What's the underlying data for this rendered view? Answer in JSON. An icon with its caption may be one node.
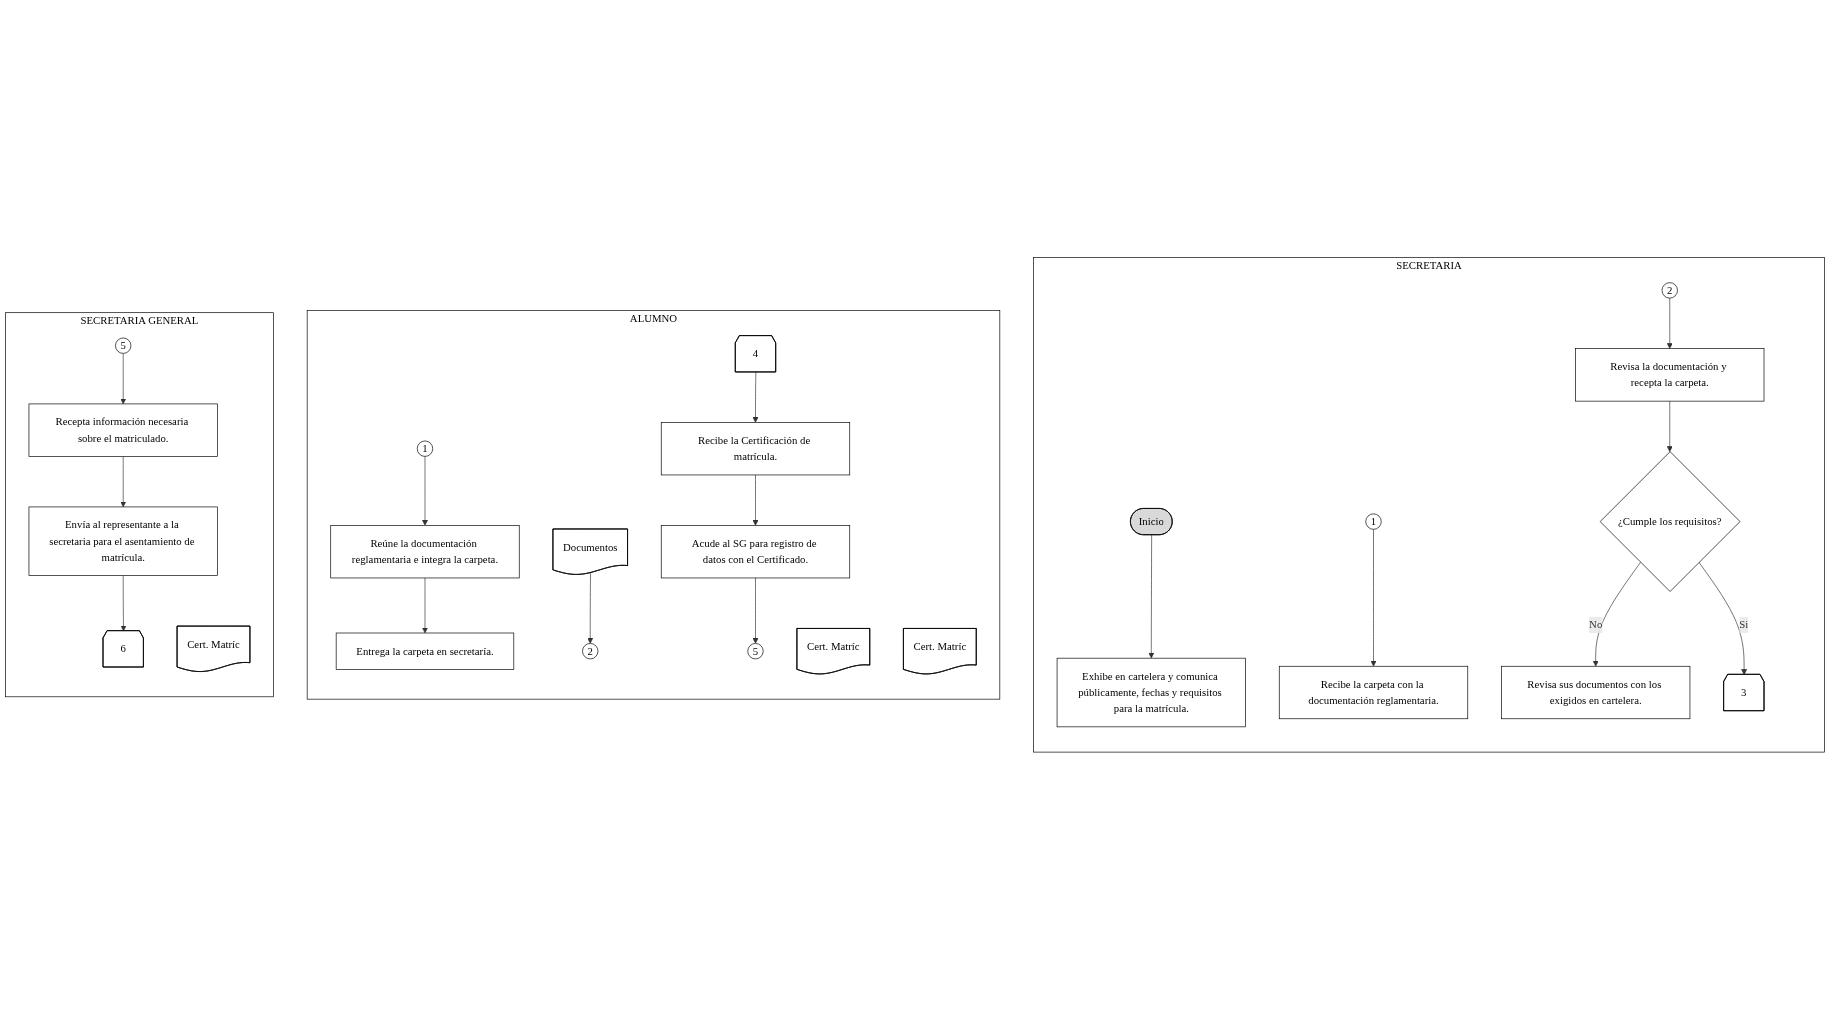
{
  "diagram": {
    "nodes": [
      {
        "text": [
          "SECRETARIA"
        ]
      },
      {
        "text": [
          "Inicio"
        ],
        "in": 0
      },
      {
        "text": [
          "Exhibe en cartelera y comunica públicamente, fechas y requisitos para la matrícula."
        ],
        "in": 0
      },
      {
        "text": [
          "1"
        ],
        "in": 0
      },
      {
        "text": [
          "Recibe la carpeta con la documentación reglamentaria."
        ],
        "in": 0
      },
      {
        "text": [
          "2"
        ],
        "in": 0
      },
      {
        "text": [
          "Revisa la documentación y recepta la carpeta."
        ],
        "in": 0
      },
      {
        "text": [
          "¿Cumple los requisitos?"
        ],
        "in": 0
      },
      {
        "text": [
          "Revisa sus documentos con los exigidos en cartelera."
        ],
        "in": 0
      },
      {
        "text": [
          "3"
        ],
        "in": 0
      },
      {
        "text": [
          "ALUMNO"
        ]
      },
      {
        "text": [
          "1"
        ],
        "in": 10
      },
      {
        "text": [
          "Reúne la documentación reglamentaria e integra la carpeta."
        ],
        "in": 10
      },
      {
        "text": [
          "Entrega la carpeta en secretaría."
        ],
        "in": 10
      },
      {
        "text": [
          "Documentos"
        ],
        "in": 10
      },
      {
        "text": [
          "2"
        ],
        "in": 10
      },
      {
        "text": [
          "4"
        ],
        "in": 10
      },
      {
        "text": [
          "Recibe la Certificación de matrícula."
        ],
        "in": 10
      },
      {
        "text": [
          "Cert. Matríc"
        ],
        "in": 10
      },
      {
        "text": [
          "Acude al SG para registro de datos con el Certificado."
        ],
        "in": 10
      },
      {
        "text": [
          "Cert. Matríc"
        ],
        "in": 10
      },
      {
        "text": [
          "5"
        ],
        "in": 10
      },
      {
        "text": [
          "SECRETARIA GENERAL"
        ]
      },
      {
        "text": [
          "5"
        ],
        "in": 22
      },
      {
        "text": [
          "Recepta información necesaria sobre el matriculado."
        ],
        "in": 22
      },
      {
        "text": [
          "Cert. Matríc"
        ],
        "in": 22
      },
      {
        "text": [
          "Envía al representante a la secretaria para el asentamiento de matrícula."
        ],
        "in": 22
      },
      {
        "text": [
          "6"
        ],
        "in": 22
      }
    ],
    "edges": [
      {
        "from": 1,
        "to": 2,
        "arrow": "to"
      },
      {
        "from": 3,
        "to": 4,
        "arrow": "to"
      },
      {
        "from": 5,
        "to": 6,
        "arrow": "to"
      },
      {
        "from": 6,
        "to": 7,
        "arrow": "to"
      },
      {
        "from": 7,
        "to": 8,
        "arrow": "to",
        "label": "No"
      },
      {
        "from": 7,
        "to": 9,
        "arrow": "to",
        "label": "Si"
      },
      {
        "from": 11,
        "to": 12,
        "arrow": "to"
      },
      {
        "from": 12,
        "to": 13,
        "arrow": "to"
      },
      {
        "from": 14,
        "to": 15,
        "arrow": "to"
      },
      {
        "from": 16,
        "to": 17,
        "arrow": "to"
      },
      {
        "from": 17,
        "to": 19,
        "arrow": "to"
      },
      {
        "from": 19,
        "to": 21,
        "arrow": "to"
      },
      {
        "from": 23,
        "to": 24,
        "arrow": "to"
      },
      {
        "from": 24,
        "to": 26,
        "arrow": "to"
      },
      {
        "from": 26,
        "to": 27,
        "arrow": "to"
      }
    ]
  }
}
